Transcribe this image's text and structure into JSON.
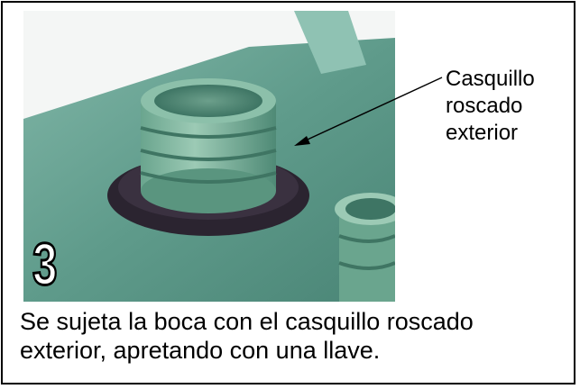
{
  "label": {
    "lines": [
      "Casquillo",
      "roscado",
      "exterior"
    ]
  },
  "step_number": "3",
  "caption": {
    "lines": [
      "Se sujeta la boca con el casquillo roscado",
      "exterior, apretando con una llave."
    ]
  },
  "colors": {
    "tank": "#5f9b8b",
    "nut": "#2b2430",
    "background_top": "#ffffff"
  }
}
